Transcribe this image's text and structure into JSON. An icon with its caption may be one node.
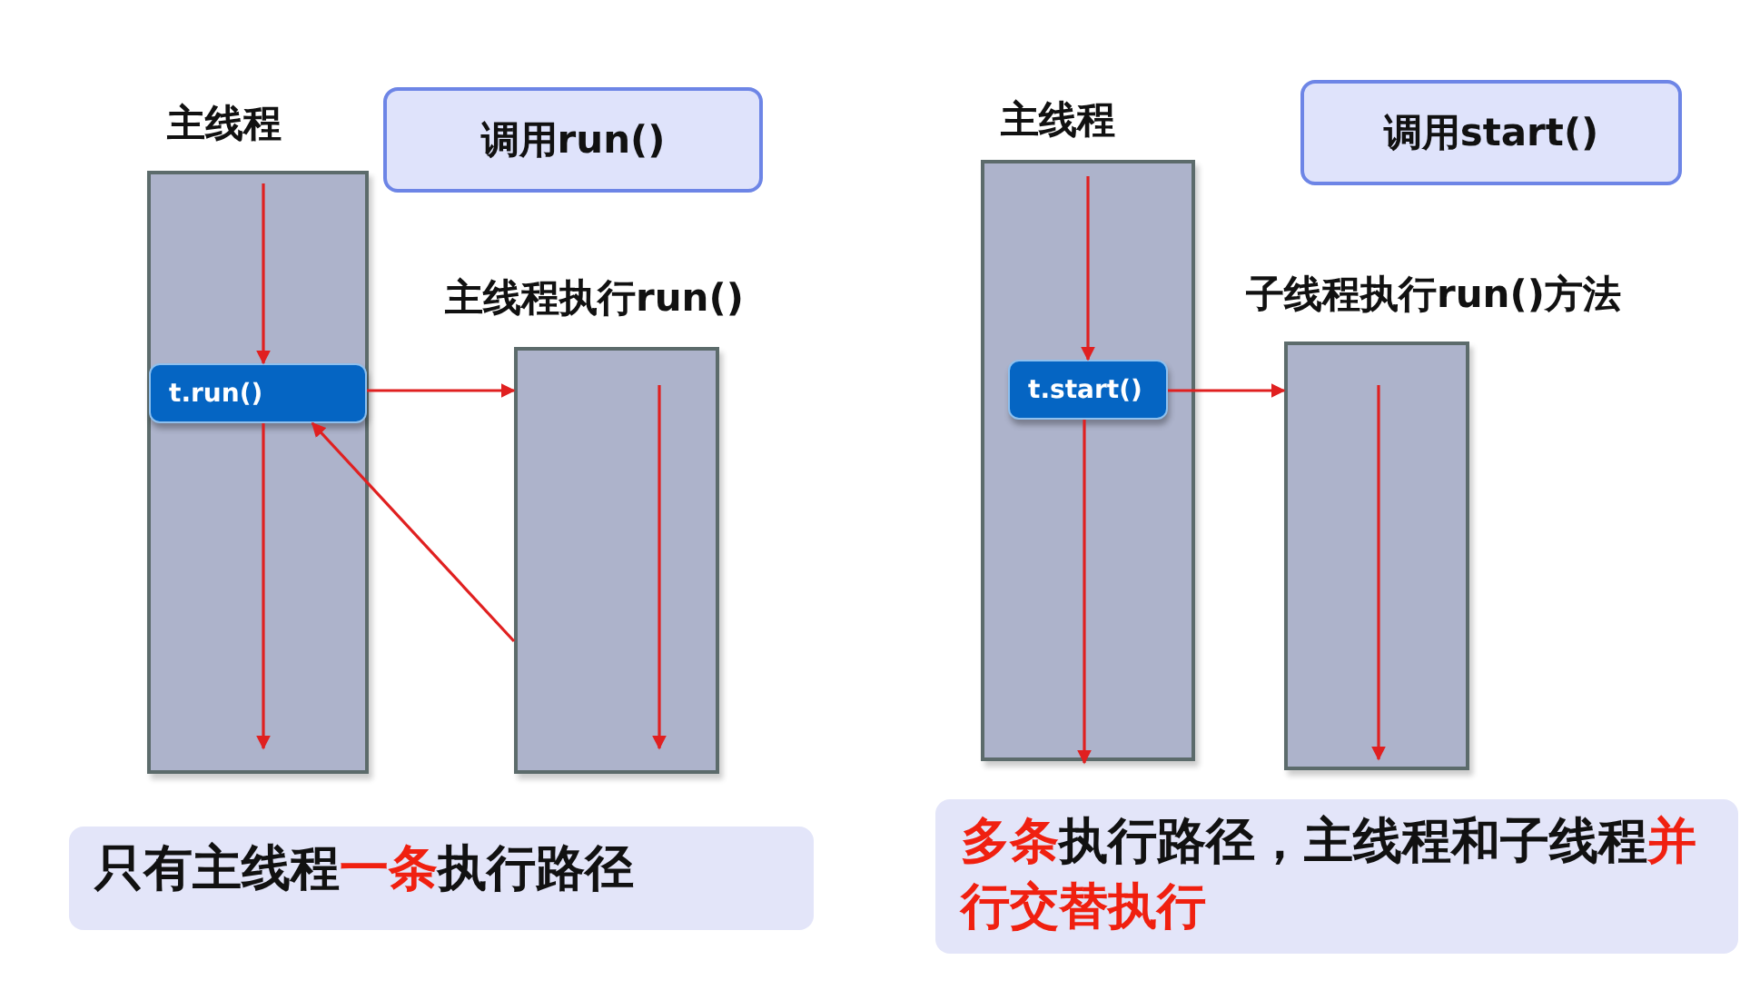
{
  "diagram": {
    "nodes": [
      {
        "text": [
          "主线程"
        ]
      },
      {
        "text": [
          "调用run()"
        ]
      },
      {
        "text": [
          "t.run()"
        ],
        "in": 0
      },
      {
        "text": [
          "主线程执行run()"
        ]
      },
      {
        "text": [
          "只有主线程**一条**执行路径"
        ]
      },
      {
        "text": [
          "主线程"
        ]
      },
      {
        "text": [
          "调用start()"
        ]
      },
      {
        "text": [
          "t.start()"
        ],
        "in": 5
      },
      {
        "text": [
          "子线程执行run()方法"
        ]
      },
      {
        "text": [
          "**多条**执行路径，主线程和子线程**并行交替执行**"
        ]
      }
    ],
    "edges": [
      {
        "from": null,
        "to": 2,
        "arrow": "to",
        "color": "#e02020"
      },
      {
        "from": 2,
        "to": null,
        "arrow": "to",
        "color": "#e02020"
      },
      {
        "from": 2,
        "to": 3,
        "arrow": "to",
        "color": "#e02020"
      },
      {
        "from": 3,
        "to": 2,
        "arrow": "to",
        "color": "#e02020"
      },
      {
        "from": null,
        "to": 7,
        "arrow": "to",
        "color": "#e02020"
      },
      {
        "from": 7,
        "to": null,
        "arrow": "to",
        "color": "#e02020"
      },
      {
        "from": 7,
        "to": 8,
        "arrow": "to",
        "color": "#e02020"
      }
    ]
  }
}
